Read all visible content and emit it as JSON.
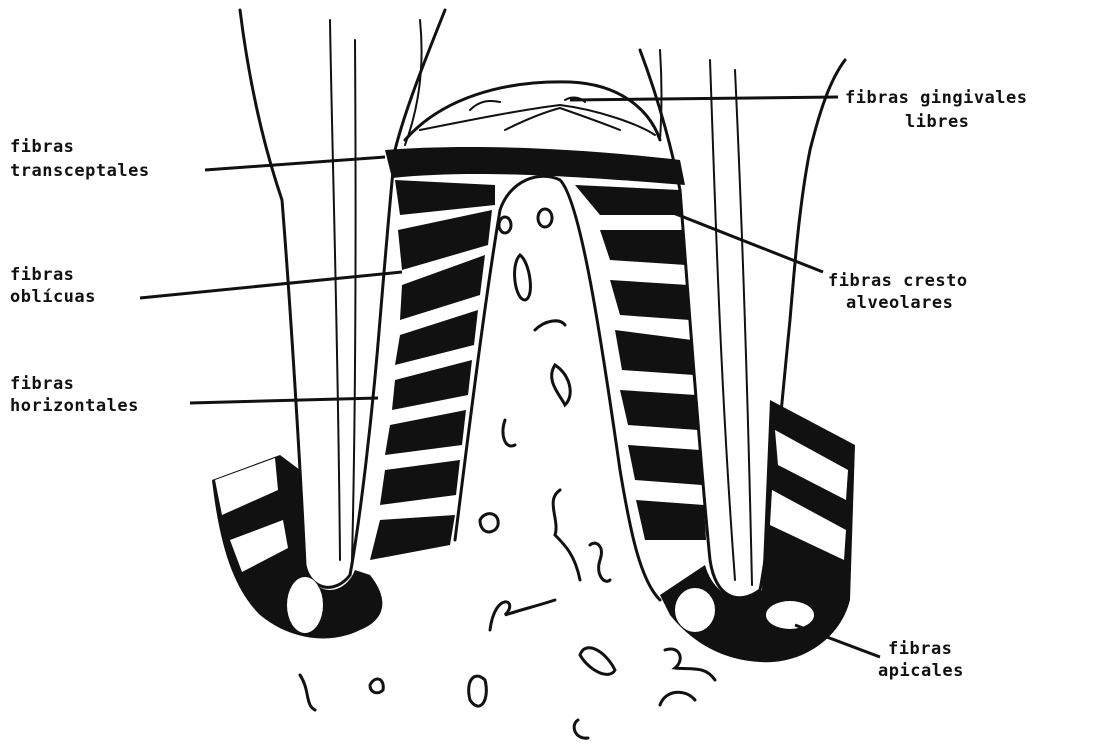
{
  "labels": {
    "gingivales": [
      "fibras gingivales",
      "libres"
    ],
    "transceptales": [
      "fibras",
      "transceptales"
    ],
    "oblicuas": [
      "fibras",
      "oblícuas"
    ],
    "horizontales": [
      "fibras",
      "horizontales"
    ],
    "cresto": [
      "fibras cresto",
      "alveolares"
    ],
    "apicales": [
      "fibras",
      "apicales"
    ]
  },
  "colors": {
    "ink": "#111111",
    "paper": "#ffffff"
  }
}
